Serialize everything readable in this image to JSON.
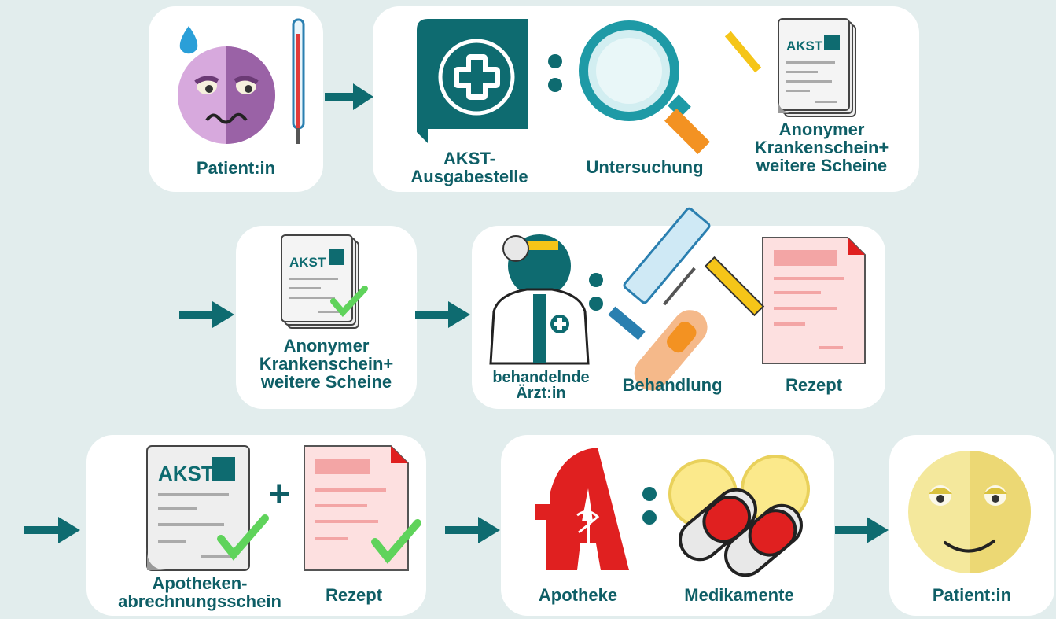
{
  "labels": {
    "patient_start": "Patient:in",
    "akst_ausgabe": "AKST-\nAusgabestelle",
    "untersuchung": "Untersuchung",
    "anonymer_1": "Anonymer\nKrankenschein+\nweitere  Scheine",
    "anonymer_2": "Anonymer\nKrankenschein+\nweitere  Scheine",
    "behandelnde": "behandelnde\nÄrzt:in",
    "behandlung": "Behandlung",
    "rezept_1": "Rezept",
    "apotheken": "Apotheken-\nabrechnungsschein",
    "rezept_2": "Rezept",
    "apotheke": "Apotheke",
    "medikamente": "Medikamente",
    "patient_end": "Patient:in"
  },
  "doc_logo": "AKST",
  "plus_sign": "+",
  "colors": {
    "teal": "#0e6b70",
    "text": "#0e5e66",
    "background": "#e2eded",
    "card": "#ffffff",
    "sad_face": "#d7a9dd",
    "happy_face": "#f4e89c",
    "pharmacy_red": "#e02020",
    "check_green": "#5fd35b"
  }
}
